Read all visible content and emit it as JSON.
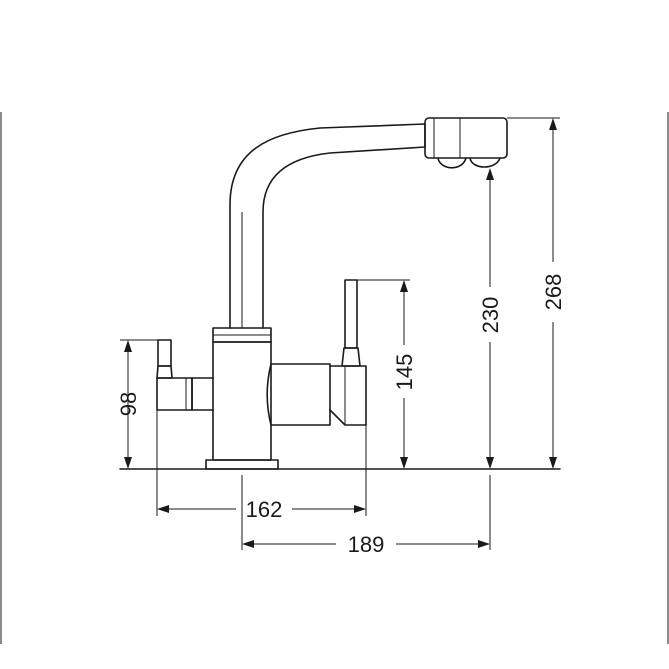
{
  "dimensions": {
    "width_base": "162",
    "width_spout": "189",
    "height_side": "98",
    "height_lever": "145",
    "height_outlet": "230",
    "height_total": "268"
  },
  "colors": {
    "line": "#1a1a1a",
    "background": "#ffffff"
  }
}
